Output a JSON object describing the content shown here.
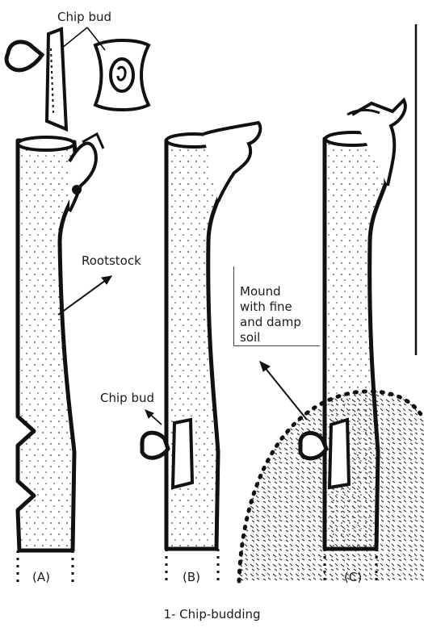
{
  "labels": {
    "chip_bud_top": "Chip bud",
    "rootstock": "Rootstock",
    "mound": "Mound\nwith fine\nand damp\nsoil",
    "chip_bud_side": "Chip bud",
    "panel_a": "(A)",
    "panel_b": "(B)",
    "panel_c": "(C)"
  },
  "caption": "1- Chip-budding",
  "colors": {
    "ink": "#111111",
    "background": "#ffffff"
  }
}
